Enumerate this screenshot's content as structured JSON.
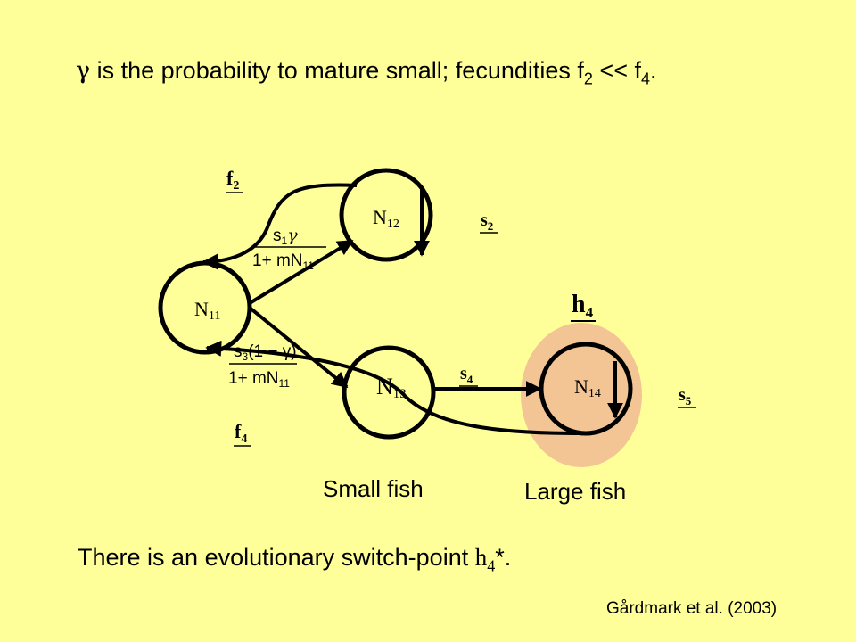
{
  "title": {
    "gamma": "γ",
    "text_a": " is the probability to mature small; fecundities f",
    "sub_a": "2",
    "text_b": " << f",
    "sub_b": "4",
    "text_c": "."
  },
  "bottom": {
    "text": "There is an evolutionary switch-point ",
    "h": "h",
    "sub": "4",
    "star": "*."
  },
  "citation": "Gårdmark et al. (2003)",
  "captions": {
    "small": "Small fish",
    "large": "Large fish"
  },
  "nodes": {
    "n11": {
      "base": "N",
      "sub": "11"
    },
    "n12": {
      "base": "N",
      "sub": "12"
    },
    "n13": {
      "base": "N",
      "sub": "13"
    },
    "n14": {
      "base": "N",
      "sub": "14"
    }
  },
  "labels": {
    "f2": {
      "base": "f",
      "sub": "2"
    },
    "f4": {
      "base": "f",
      "sub": "4"
    },
    "s2": {
      "base": "s",
      "sub": "2"
    },
    "s4": {
      "base": "s",
      "sub": "4"
    },
    "s5": {
      "base": "s",
      "sub": "5"
    },
    "h4": {
      "base": "h",
      "sub": "4"
    }
  },
  "fractions": {
    "upper": {
      "num_s": "s",
      "num_sub": "1",
      "num_gamma": "γ",
      "den": "1+ mN",
      "den_sub": "11"
    },
    "lower": {
      "num_s": "s",
      "num_sub": "3",
      "num_rest": "(1 − γ)",
      "den": "1+ mN",
      "den_sub": "11"
    }
  },
  "colors": {
    "background": "#ffff99",
    "highlight": "#f3c594",
    "ink": "#000000"
  }
}
